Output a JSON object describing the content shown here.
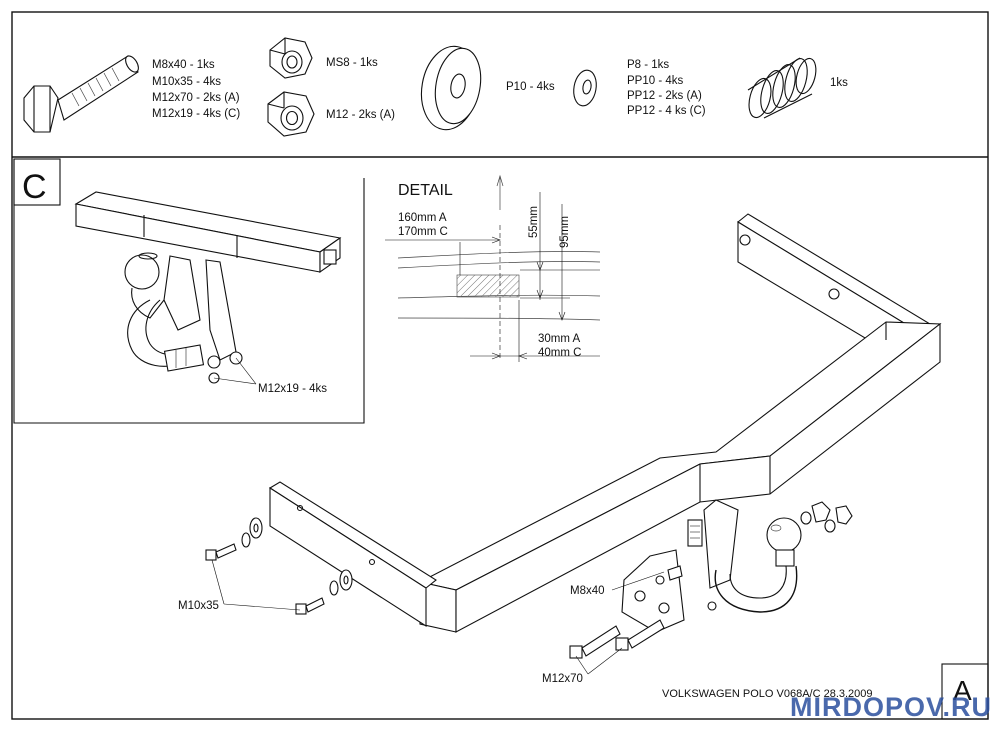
{
  "parts_list": {
    "bolt_labels": [
      "M8x40 - 1ks",
      "M10x35 - 4ks",
      "M12x70 - 2ks (A)",
      "M12x19 - 4ks (C)"
    ],
    "nut_m8_label": "MS8 - 1ks",
    "nut_m12_label": "M12 - 2ks (A)",
    "washer_large_label": "P10 - 4ks",
    "washer_small_labels": [
      "P8 - 1ks",
      "PP10 - 4ks",
      "PP12 - 2ks (A)",
      "PP12 - 4 ks (C)"
    ],
    "spring_label": "1ks"
  },
  "inset_c": {
    "letter": "C",
    "bolt_callout": "M12x19 - 4ks"
  },
  "detail": {
    "title": "DETAIL",
    "width_a": "160mm A",
    "width_c": "170mm C",
    "height_55": "55mm",
    "height_95": "95mm",
    "offset_a": "30mm A",
    "offset_c": "40mm C"
  },
  "main_view": {
    "callout_m10x35": "M10x35",
    "callout_m8x40": "M8x40",
    "callout_m12x70": "M12x70",
    "footer_text": "VOLKSWAGEN POLO  V068A/C  28.3.2009",
    "letter": "A"
  },
  "watermark": "MIRDOPOV.RU",
  "colors": {
    "line": "#111111",
    "watermark": "#2a4f9e",
    "hatch": "#777777"
  }
}
